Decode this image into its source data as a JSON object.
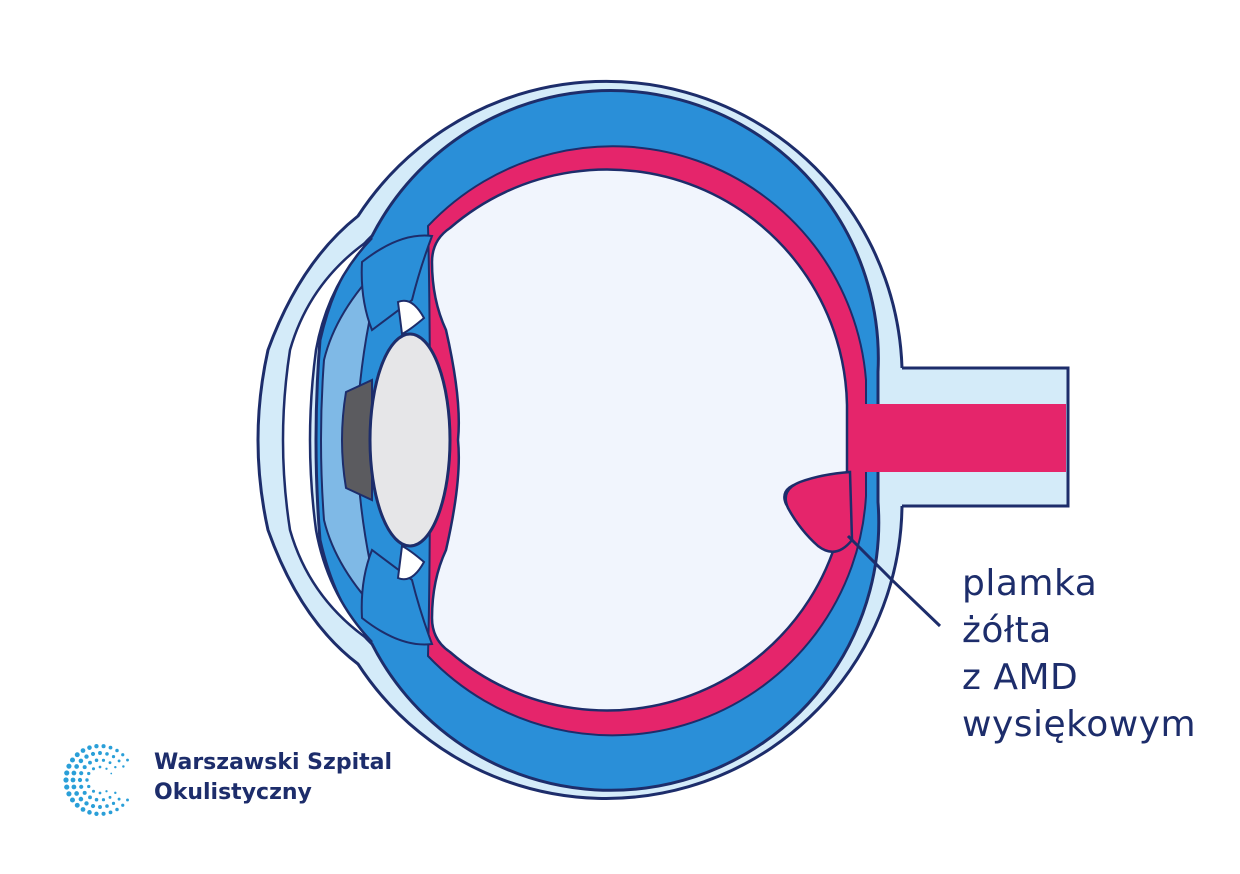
{
  "colors": {
    "outline": "#1d2d6b",
    "sclera": "#d4ebf9",
    "choroid": "#2a8fd8",
    "retina": "#e5256b",
    "vitreous": "#f1f5fd",
    "lens": "#e6e6e8",
    "iris_dark": "#5b5b5f",
    "cornea_chamber": "#7fb9e6",
    "logo_dots": "#2a9fd8"
  },
  "callout": {
    "lines": [
      "plamka",
      "żółta",
      "z AMD",
      "wysiękowym"
    ]
  },
  "brand": {
    "line1": "Warszawski Szpital",
    "line2": "Okulistyczny",
    "logo_icon": "dotted-circle-logo-icon"
  }
}
